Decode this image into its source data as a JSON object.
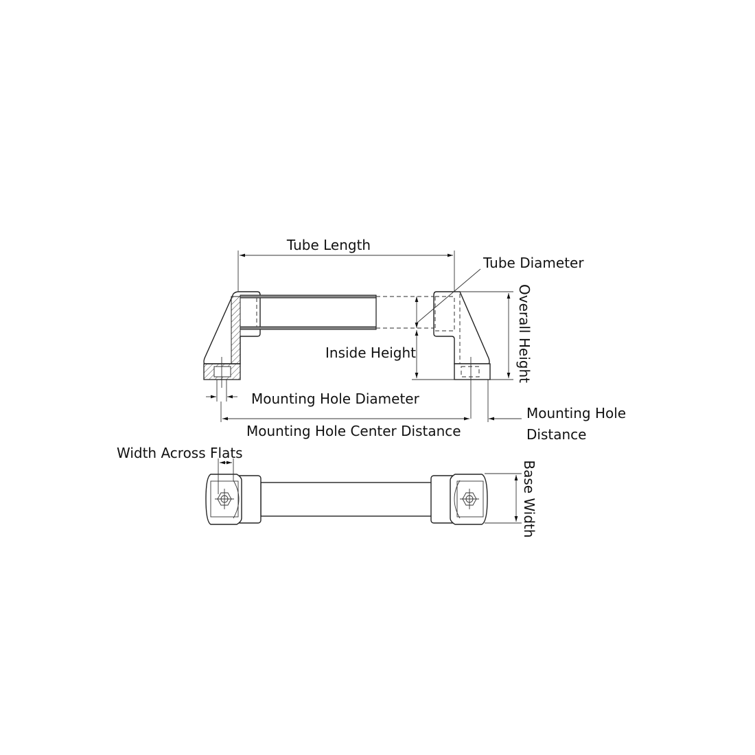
{
  "labels": {
    "tube_length": "Tube Length",
    "tube_diameter": "Tube Diameter",
    "overall_height": "Overall Height",
    "inside_height": "Inside Height",
    "mounting_hole_diameter": "Mounting Hole Diameter",
    "mounting_hole_center_distance": "Mounting Hole Center Distance",
    "mounting_hole_distance_line1": "Mounting Hole",
    "mounting_hole_distance_line2": "Distance",
    "width_across_flats": "Width Across Flats",
    "base_width": "Base Width"
  }
}
